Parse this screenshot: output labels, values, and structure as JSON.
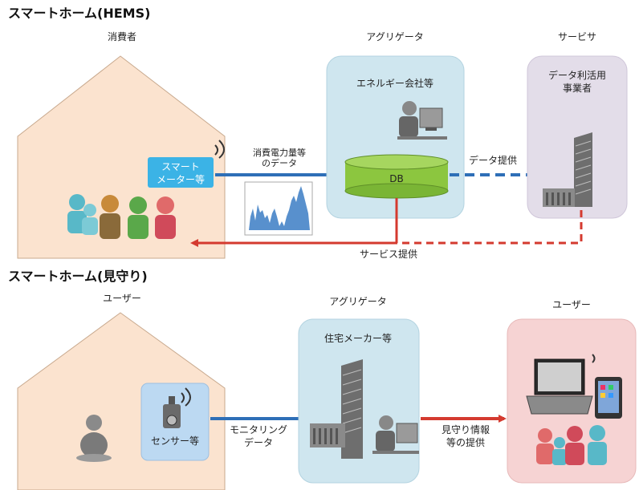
{
  "section1": {
    "title": "スマートホーム(HEMS)",
    "consumer_label": "消費者",
    "aggregator_label": "アグリゲータ",
    "aggregator_sub": "エネルギー会社等",
    "service_label": "サービサ",
    "service_sub_line1": "データ利活用",
    "service_sub_line2": "事業者",
    "meter_line1": "スマート",
    "meter_line2": "メーター等",
    "flow_line1": "消費電力量等",
    "flow_line2": "のデータ",
    "db_label": "DB",
    "data_provide": "データ提供",
    "service_provide": "サービス提供"
  },
  "section2": {
    "title": "スマートホーム(見守り)",
    "user_left": "ユーザー",
    "aggregator_label": "アグリゲータ",
    "aggregator_sub": "住宅メーカー等",
    "user_right": "ユーザー",
    "sensor_label": "センサー等",
    "monitor_line1": "モニタリング",
    "monitor_line2": "データ",
    "watch_line1": "見守り情報",
    "watch_line2": "等の提供"
  },
  "colors": {
    "house": "#fbe3cf",
    "house_stroke": "#c8a98e",
    "aggregator_box": "#cfe6ef",
    "servicer_box": "#e3dde9",
    "user_box": "#f6d3d3",
    "meter_box": "#3bb3e6",
    "sensor_box": "#bcd9f2",
    "db_green": "#8cc63f",
    "arrow_blue": "#2e6fb7",
    "arrow_red": "#d43a2f"
  },
  "icons": [
    "wifi-icon",
    "person-at-computer-icon",
    "building-icon",
    "family-icon",
    "camera-sensor-icon",
    "elderly-person-icon",
    "laptop-icon",
    "tablet-icon",
    "usage-chart-icon"
  ]
}
